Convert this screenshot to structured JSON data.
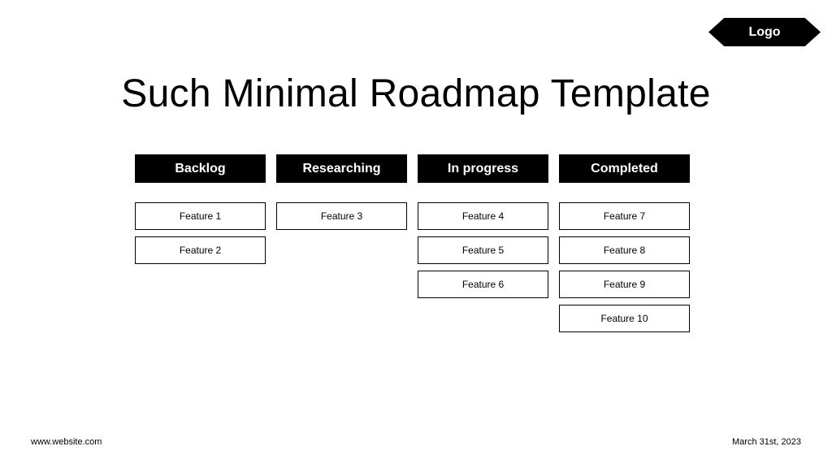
{
  "logo": {
    "label": "Logo"
  },
  "title": "Such Minimal Roadmap Template",
  "columns": [
    {
      "header": "Backlog",
      "items": [
        "Feature 1",
        "Feature 2"
      ]
    },
    {
      "header": "Researching",
      "items": [
        "Feature 3"
      ]
    },
    {
      "header": "In progress",
      "items": [
        "Feature 4",
        "Feature 5",
        "Feature 6"
      ]
    },
    {
      "header": "Completed",
      "items": [
        "Feature 7",
        "Feature 8",
        "Feature 9",
        "Feature 10"
      ]
    }
  ],
  "footer": {
    "website": "www.website.com",
    "date": "March 31st, 2023"
  }
}
